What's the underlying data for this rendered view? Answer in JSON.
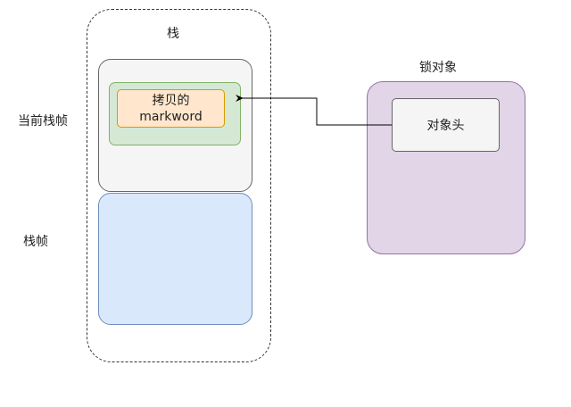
{
  "stack_label": "栈",
  "current_frame_label": "当前栈帧",
  "frame_label": "栈帧",
  "copy_box": {
    "line1": "拷贝的",
    "line2": "markword"
  },
  "lock_object_label": "锁对象",
  "object_header_label": "对象头",
  "colors": {
    "stack_border": "#333333",
    "current_frame_fill": "#f5f5f5",
    "inner_fill": "#d5e8d4",
    "inner_border": "#82b366",
    "copy_fill": "#ffe6cc",
    "copy_border": "#d79b00",
    "frame_fill": "#dae8fc",
    "frame_border": "#6c8ebf",
    "lock_fill": "#e1d5e7",
    "lock_border": "#9673a6",
    "header_fill": "#f5f5f5",
    "arrow": "#000000"
  }
}
